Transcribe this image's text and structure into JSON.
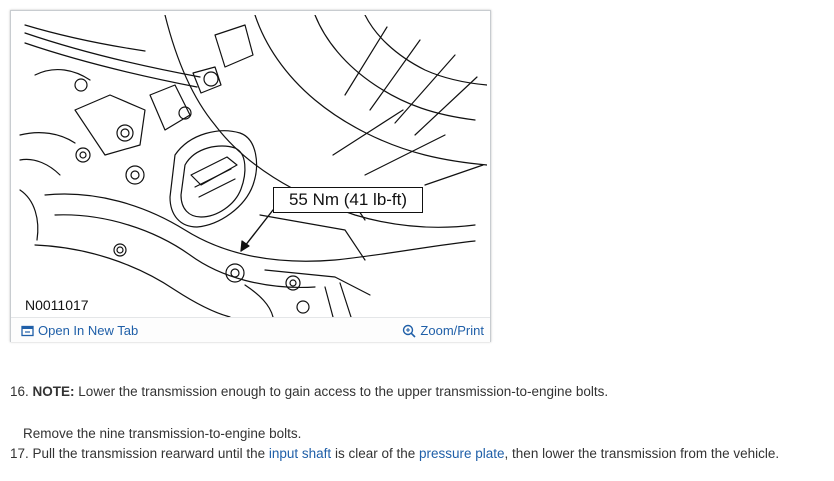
{
  "figure": {
    "callout": "55 Nm (41 lb-ft)",
    "figure_id": "N0011017",
    "open_tab_label": "Open In New Tab",
    "zoom_label": "Zoom/Print",
    "open_icon": "open-tab-icon",
    "zoom_icon": "zoom-icon"
  },
  "steps": {
    "step16": {
      "number": "16.",
      "note_label": "NOTE:",
      "note_text": " Lower the transmission enough to gain access to the upper transmission-to-engine bolts."
    },
    "sub": "Remove the nine transmission-to-engine bolts.",
    "step17": {
      "number": "17.",
      "text_a": " Pull the transmission rearward until the ",
      "link1": "input shaft",
      "text_b": " is clear of the ",
      "link2": "pressure plate",
      "text_c": ", then lower the transmission from the vehicle."
    }
  },
  "colors": {
    "link": "#1f5fa8",
    "text": "#333333",
    "frame": "#c8ccd0"
  }
}
